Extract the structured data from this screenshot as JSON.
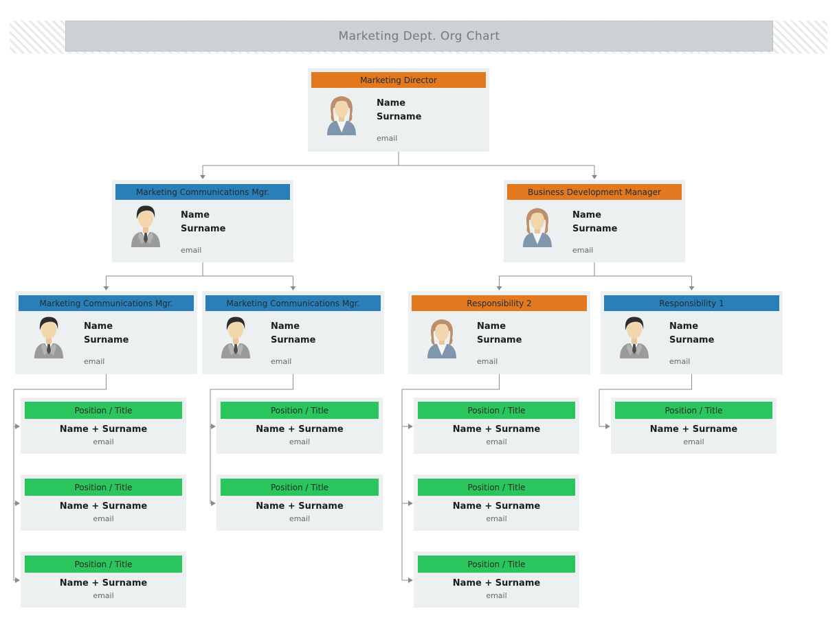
{
  "banner": {
    "title": "Marketing Dept. Org Chart"
  },
  "colors": {
    "orange": "#e2791f",
    "blue": "#2980b9",
    "green": "#2bc55e",
    "card_bg": "#edf0f1",
    "connector": "#8a8a8a"
  },
  "person_cards": [
    {
      "id": "director",
      "title": "Marketing Director",
      "header_color": "orange",
      "avatar": "woman",
      "name": "Name",
      "surname": "Surname",
      "email": "email"
    },
    {
      "id": "mcm",
      "title": "Marketing Communications Mgr.",
      "header_color": "blue",
      "avatar": "man",
      "name": "Name",
      "surname": "Surname",
      "email": "email"
    },
    {
      "id": "bdm",
      "title": "Business Development Manager",
      "header_color": "orange",
      "avatar": "woman",
      "name": "Name",
      "surname": "Surname",
      "email": "email"
    },
    {
      "id": "mcm_a",
      "title": "Marketing Communications Mgr.",
      "header_color": "blue",
      "avatar": "man",
      "name": "Name",
      "surname": "Surname",
      "email": "email"
    },
    {
      "id": "mcm_b",
      "title": "Marketing Communications Mgr.",
      "header_color": "blue",
      "avatar": "man",
      "name": "Name",
      "surname": "Surname",
      "email": "email"
    },
    {
      "id": "resp2",
      "title": "Responsibility 2",
      "header_color": "orange",
      "avatar": "woman",
      "name": "Name",
      "surname": "Surname",
      "email": "email"
    },
    {
      "id": "resp1",
      "title": "Responsibility 1",
      "header_color": "blue",
      "avatar": "man",
      "name": "Name",
      "surname": "Surname",
      "email": "email"
    }
  ],
  "position_columns": [
    {
      "parent": "mcm_a",
      "cards": [
        {
          "title": "Position / Title",
          "name": "Name + Surname",
          "email": "email"
        },
        {
          "title": "Position / Title",
          "name": "Name + Surname",
          "email": "email"
        },
        {
          "title": "Position / Title",
          "name": "Name + Surname",
          "email": "email"
        }
      ]
    },
    {
      "parent": "mcm_b",
      "cards": [
        {
          "title": "Position / Title",
          "name": "Name + Surname",
          "email": "email"
        },
        {
          "title": "Position / Title",
          "name": "Name + Surname",
          "email": "email"
        }
      ]
    },
    {
      "parent": "resp2",
      "cards": [
        {
          "title": "Position / Title",
          "name": "Name + Surname",
          "email": "email"
        },
        {
          "title": "Position / Title",
          "name": "Name + Surname",
          "email": "email"
        },
        {
          "title": "Position / Title",
          "name": "Name + Surname",
          "email": "email"
        }
      ]
    },
    {
      "parent": "resp1",
      "cards": [
        {
          "title": "Position / Title",
          "name": "Name + Surname",
          "email": "email"
        }
      ]
    }
  ]
}
